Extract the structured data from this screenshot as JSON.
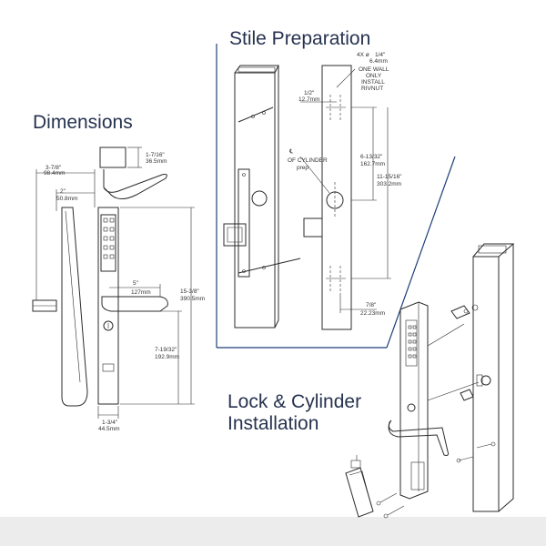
{
  "headings": {
    "dimensions": "Dimensions",
    "stile_preparation": "Stile Preparation",
    "lock_cylinder_installation_line1": "Lock & Cylinder",
    "lock_cylinder_installation_line2": "Installation"
  },
  "dimensions": {
    "top_offset_in": "1-7/16\"",
    "top_offset_mm": "36.5mm",
    "overall_depth_in": "3-7/8\"",
    "overall_depth_mm": "98.4mm",
    "body_depth_in": "2\"",
    "body_depth_mm": "50.8mm",
    "lever_length_in": "5\"",
    "lever_length_mm": "127mm",
    "overall_height_in": "15-3/8\"",
    "overall_height_mm": "390.5mm",
    "lower_height_in": "7-19/32\"",
    "lower_height_mm": "192.9mm",
    "width_in": "1-3/4\"",
    "width_mm": "44.5mm"
  },
  "stile": {
    "hole_dia_label": "4X ø",
    "hole_dia_in": "1/4\"",
    "hole_dia_mm": "6.4mm",
    "note_line1": "ONE WALL",
    "note_line2": "ONLY",
    "note_line3": "INSTALL",
    "note_line4": "RIVNUT",
    "setback_in": "1/2\"",
    "setback_mm": "12.7mm",
    "cylinder_cl_symbol": "℄",
    "cylinder_line1": "OF CYLINDER",
    "cylinder_line2": "prep",
    "upper_spacing_in": "6-13/32\"",
    "upper_spacing_mm": "162.7mm",
    "hole_spacing_in": "11-15/16\"",
    "hole_spacing_mm": "303.2mm",
    "bottom_offset_in": "7/8\"",
    "bottom_offset_mm": "22.23mm"
  },
  "colors": {
    "heading": "#26324f",
    "divider": "#1e3f79",
    "footer_band": "#ececec"
  }
}
